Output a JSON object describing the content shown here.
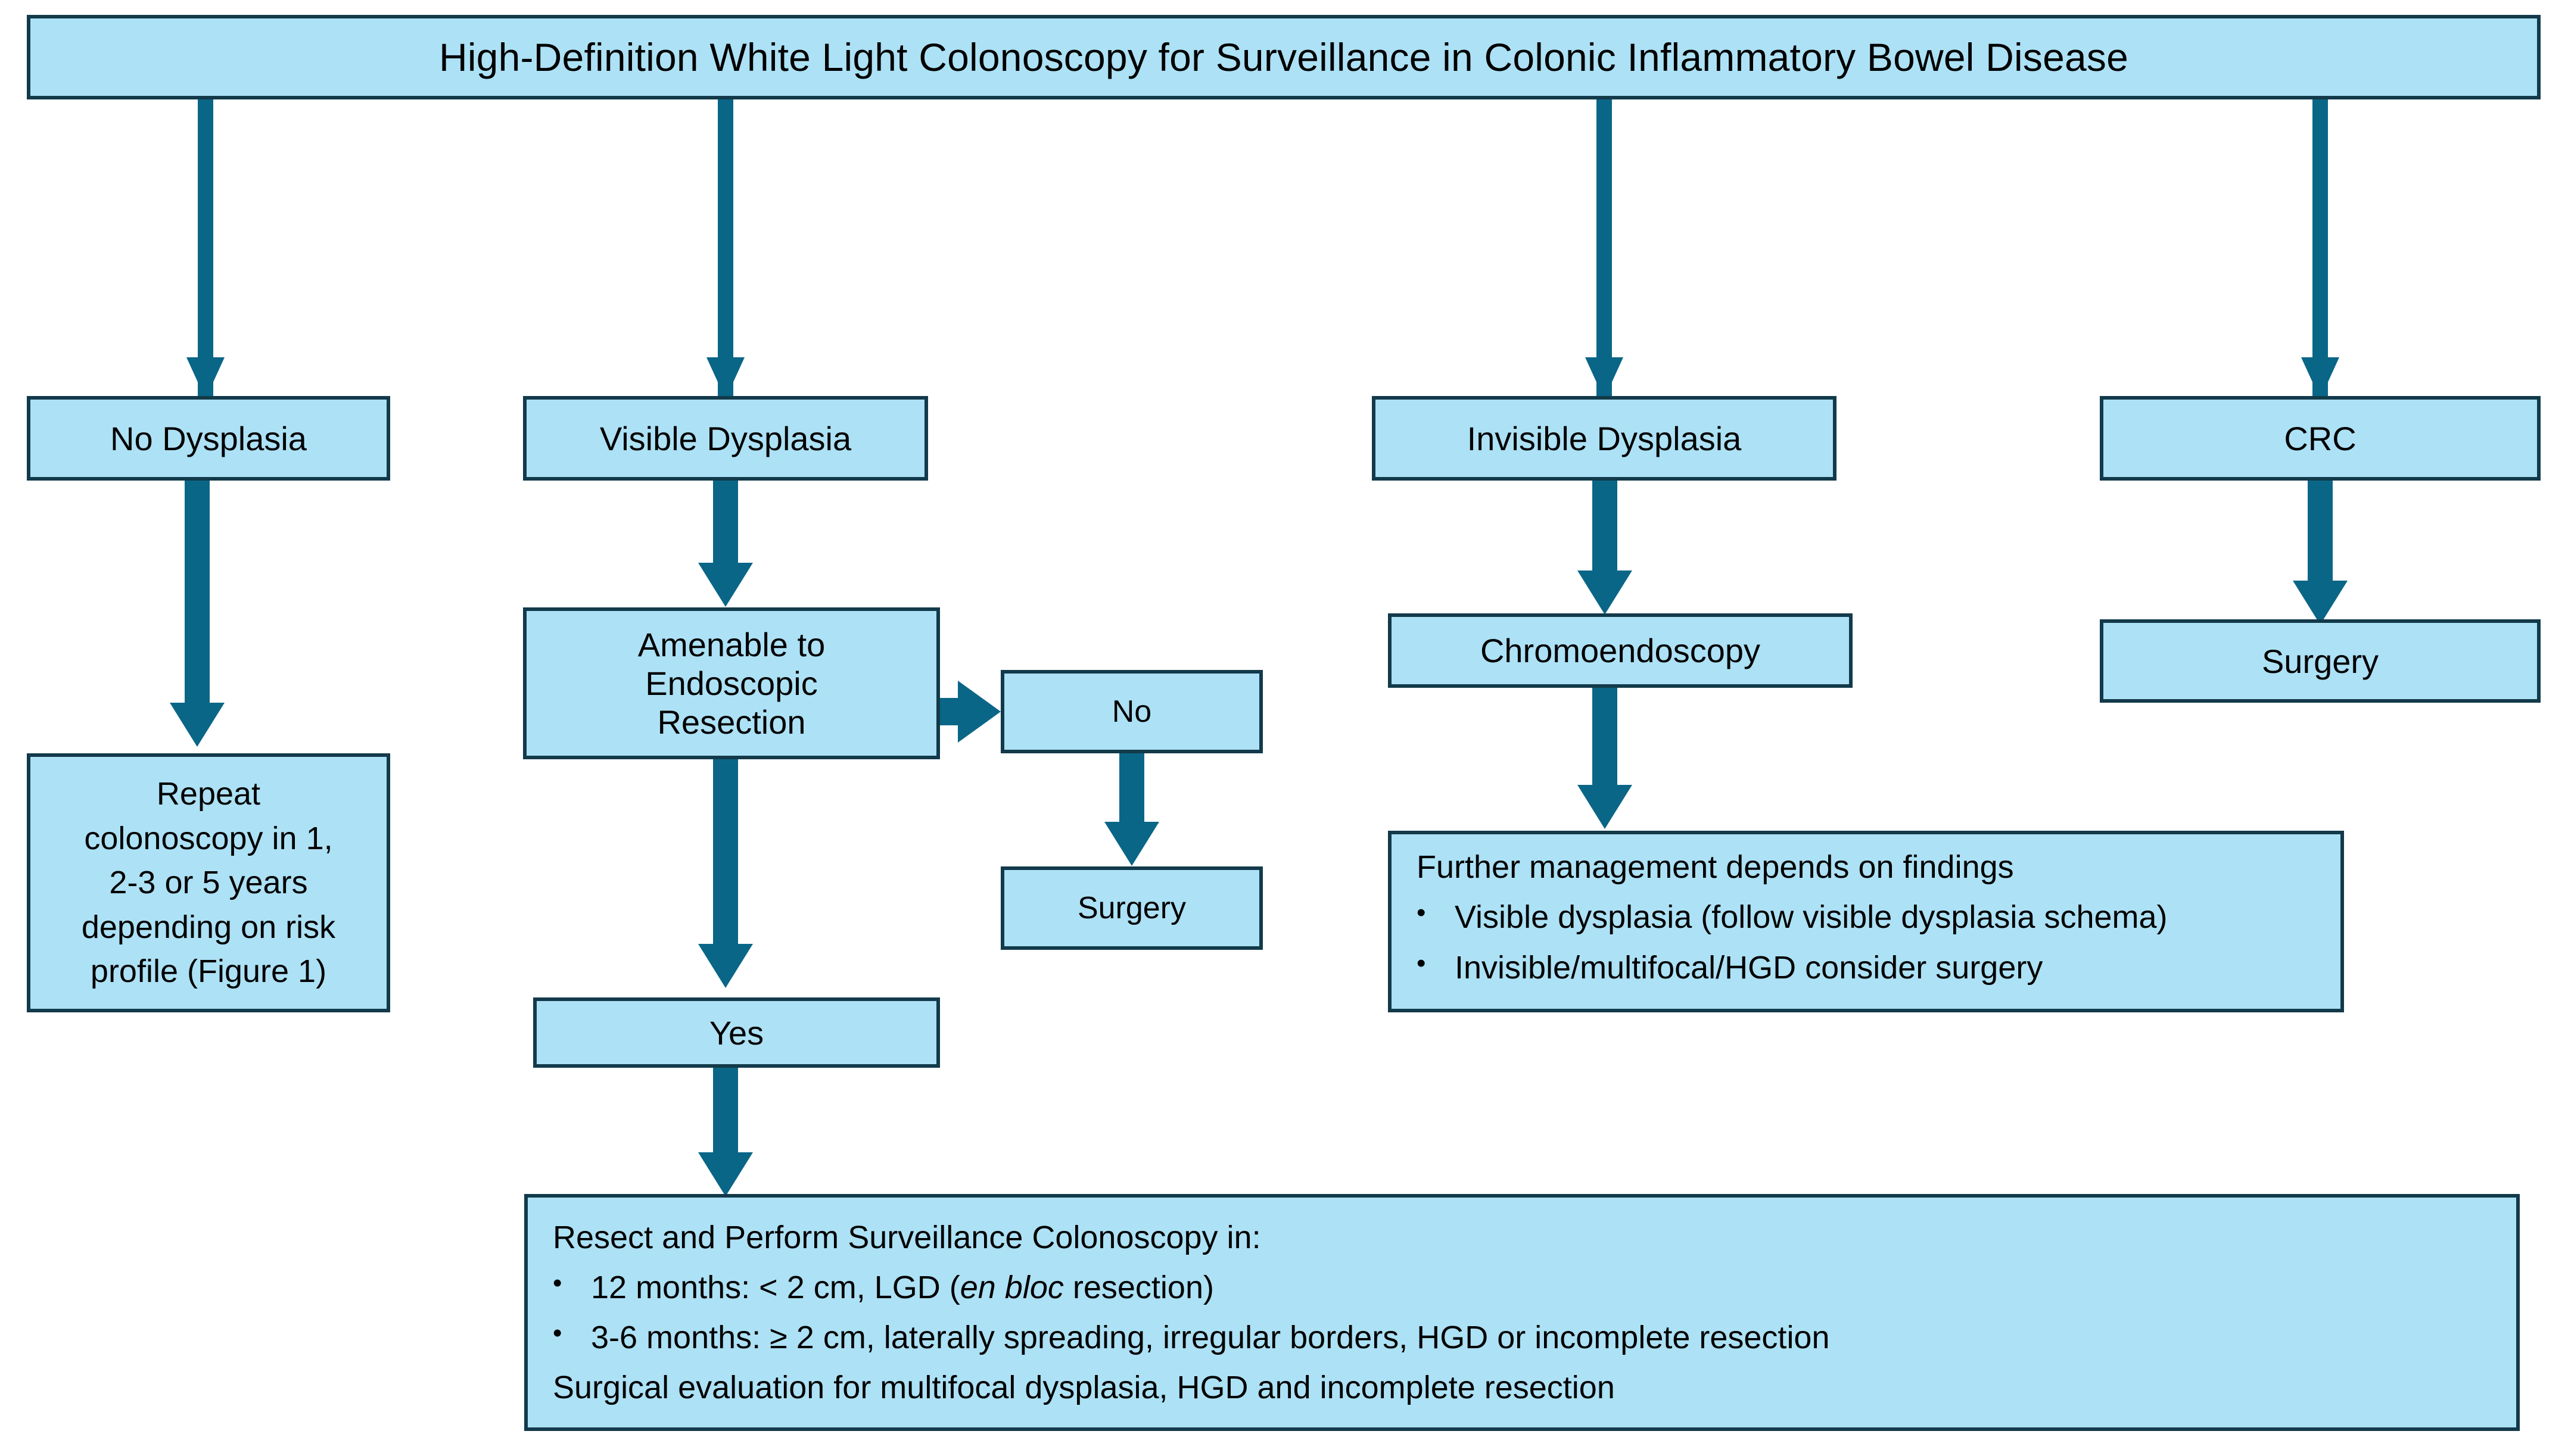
{
  "figure": {
    "title": "High-Definition White Light Colonoscopy for Surveillance in Colonic Inflammatory Bowel Disease"
  },
  "nodes": {
    "root": "High-Definition White Light Colonoscopy for Surveillance in Colonic Inflammatory Bowel Disease",
    "no_dysplasia": "No Dysplasia",
    "visible_dysplasia": "Visible Dysplasia",
    "invisible_dysplasia": "Invisible Dysplasia",
    "crc": "CRC",
    "repeat_colonoscopy": {
      "line1": "Repeat",
      "line2": "colonoscopy in 1,",
      "line3": "2-3 or 5 years",
      "line4": "depending on risk",
      "line5": "profile (Figure 1)"
    },
    "amenable": {
      "line1": "Amenable to",
      "line2": "Endoscopic",
      "line3": "Resection"
    },
    "answer_no": "No",
    "answer_yes": "Yes",
    "surgery_from_no": "Surgery",
    "chromoendoscopy": "Chromoendoscopy",
    "surgery_from_crc": "Surgery",
    "further_management": {
      "header": "Further management depends on findings",
      "bullet_marker": "•",
      "bullets": [
        "Visible dysplasia (follow visible dysplasia schema)",
        "Invisible/multifocal/HGD consider surgery"
      ]
    },
    "resect_perform": {
      "header": "Resect and Perform Surveillance Colonoscopy in:",
      "bullet_marker": "•",
      "bullet1_pre": "12 months: < 2 cm, LGD (",
      "bullet1_italic": "en bloc",
      "bullet1_post": " resection)",
      "bullet2": "3-6 months: ≥ 2 cm, laterally spreading, irregular borders, HGD or incomplete resection",
      "footer": "Surgical evaluation for multifocal dysplasia, HGD and incomplete resection"
    }
  },
  "colors": {
    "node_fill": "#ADE1F5",
    "node_border": "#123A4A",
    "connector": "#0A6687",
    "text": "#000000",
    "background": "#FFFFFF"
  }
}
